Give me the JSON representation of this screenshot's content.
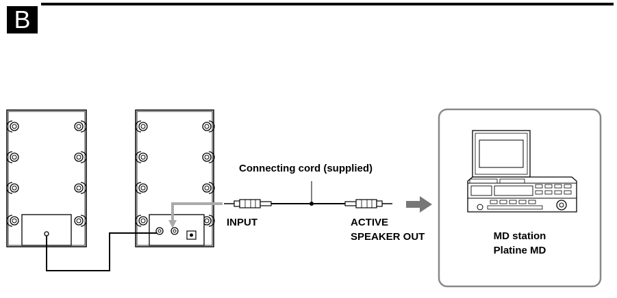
{
  "section": {
    "letter": "B"
  },
  "labels": {
    "connecting_cord": "Connecting cord (supplied)",
    "input": "INPUT",
    "active_line1": "ACTIVE",
    "active_line2": "SPEAKER OUT",
    "device_line1": "MD station",
    "device_line2": "Platine MD"
  },
  "colors": {
    "line": "#000000",
    "frame": "#888888",
    "arrow": "#777777",
    "cord_gray": "#aaaaaa"
  },
  "icons": [
    "speaker-left-icon",
    "speaker-right-icon",
    "plug-icon",
    "arrow-right-icon",
    "md-station-icon"
  ]
}
